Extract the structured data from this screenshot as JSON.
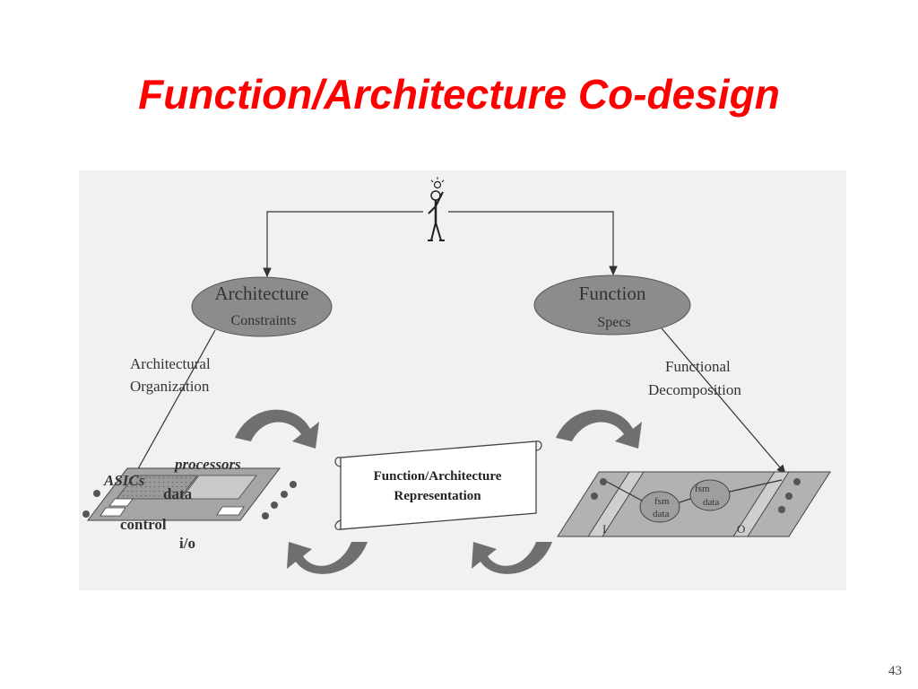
{
  "slide": {
    "title": "Function/Architecture Co-design",
    "page_number": "43"
  },
  "diagram": {
    "architecture_node": {
      "line1": "Architecture",
      "line2": "Constraints"
    },
    "function_node": {
      "line1": "Function",
      "line2": "Specs"
    },
    "left_edge_label": {
      "line1": "Architectural",
      "line2": "Organization"
    },
    "right_edge_label": {
      "line1": "Functional",
      "line2": "Decomposition"
    },
    "center_scroll": {
      "line1": "Function/Architecture",
      "line2": "Representation"
    },
    "architecture_labels": {
      "processors": "processors",
      "asics": "ASICs",
      "data": "data",
      "control": "control",
      "io": "i/o"
    },
    "function_labels": {
      "input": "I",
      "output": "O",
      "fsm_a_line1": "fsm",
      "fsm_a_line2": "data",
      "fsm_b_line1": "fsm",
      "fsm_b_line2": "data"
    },
    "colors": {
      "title": "#ff0000",
      "ellipse_fill": "#8c8c8c",
      "curved_arrow": "#6f6f6f",
      "panel": "#f1f1f1"
    },
    "icons": [
      "designer-figure-icon",
      "lightbulb-icon"
    ]
  }
}
